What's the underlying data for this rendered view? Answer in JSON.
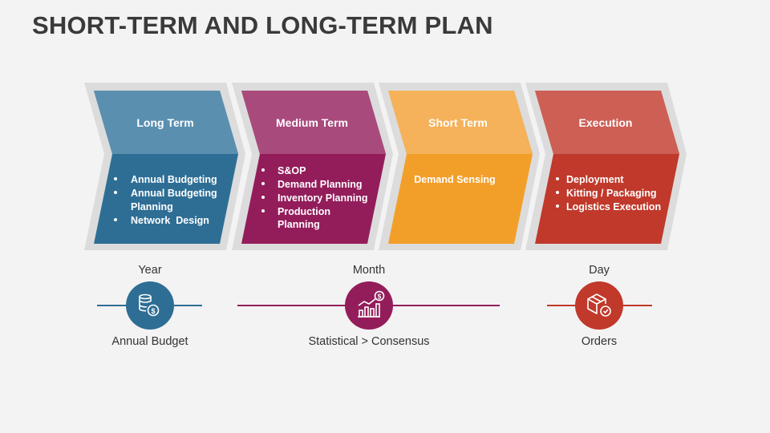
{
  "title": "SHORT-TERM AND LONG-TERM PLAN",
  "stages": [
    {
      "heading": "Long Term",
      "items": [
        "Annual Budgeting",
        "Annual Budgeting Planning",
        "Network  Design"
      ],
      "bulleted": true,
      "color": "#2e6e95",
      "head_color": "#5a8fb0"
    },
    {
      "heading": "Medium Term",
      "items": [
        "S&OP",
        "Demand Planning",
        "Inventory Planning",
        "Production Planning"
      ],
      "bulleted": true,
      "color": "#931d5b",
      "head_color": "#a94a7c"
    },
    {
      "heading": "Short Term",
      "items": [
        "Demand Sensing"
      ],
      "bulleted": false,
      "color": "#f29f2a",
      "head_color": "#f5b25a"
    },
    {
      "heading": "Execution",
      "items": [
        "Deployment",
        "Kitting / Packaging",
        "Logistics Execution"
      ],
      "bulleted": true,
      "color": "#c0392b",
      "head_color": "#cd5f55"
    }
  ],
  "timeline": [
    {
      "period": "Year",
      "label": "Annual Budget",
      "icon": "coins-dollar-icon",
      "color": "#2e6e95"
    },
    {
      "period": "Month",
      "label": "Statistical > Consensus",
      "icon": "growth-chart-icon",
      "color": "#931d5b"
    },
    {
      "period": "Day",
      "label": "Orders",
      "icon": "package-check-icon",
      "color": "#c0392b"
    }
  ]
}
